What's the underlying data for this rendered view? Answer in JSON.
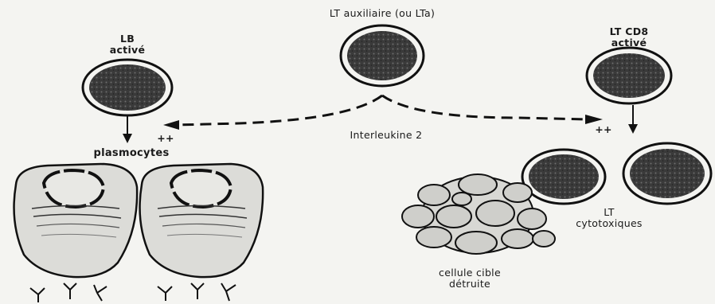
{
  "labels": {
    "lt_auxiliaire": "LT auxiliaire (ou LTa)",
    "lb_line1": "LB",
    "lb_line2": "activé",
    "ltcd8_line1": "LT CD8",
    "ltcd8_line2": "activé",
    "interleukine": "Interleukine 2",
    "plasmocytes": "plasmocytes",
    "plus_left": "++",
    "plus_right": "++",
    "lt_cyto_line1": "LT",
    "lt_cyto_line2": "cytotoxiques",
    "cellule_line1": "cellule cible",
    "cellule_line2": "détruite"
  }
}
